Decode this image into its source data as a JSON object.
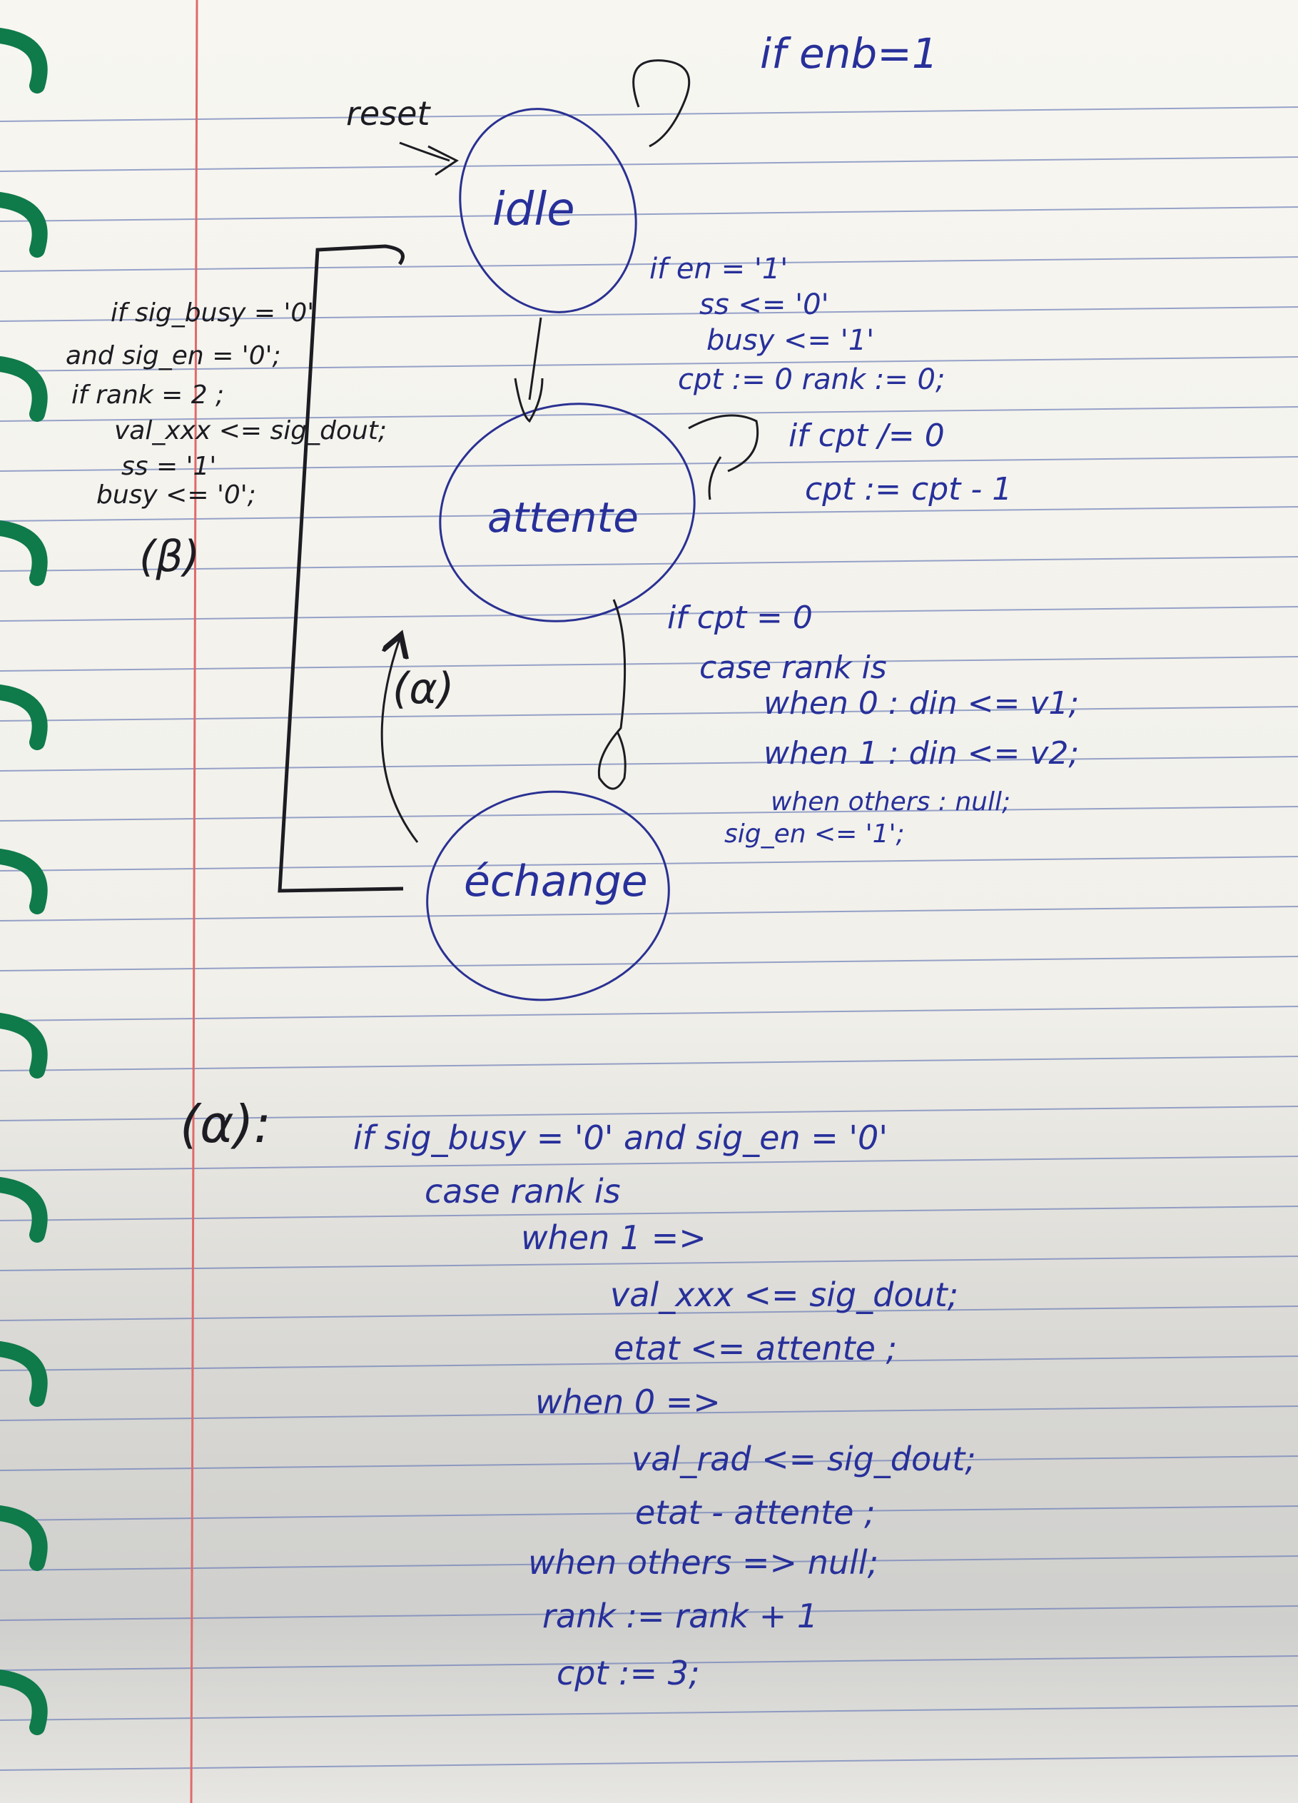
{
  "header_note": "if enb=1",
  "states": {
    "idle": "idle",
    "attente": "attente",
    "echange": "échange"
  },
  "reset_label": "reset",
  "transitions": {
    "idle_to_attente": [
      "if en = '1'",
      "ss <= '0'",
      "busy <= '1'",
      "cpt := 0  rank := 0;"
    ],
    "attente_self": [
      "if cpt /= 0",
      "cpt := cpt - 1"
    ],
    "attente_to_echange": [
      "if cpt = 0",
      "case rank is",
      "when 0 : din <= v1;",
      "when 1 : din <= v2;",
      "when others : null;",
      "sig_en <= '1';"
    ],
    "echange_to_idle": [
      "if sig_busy = '0'",
      "and sig_en = '0';",
      "if rank = 2 ;",
      "val_xxx <= sig_dout;",
      "ss = '1'",
      "busy <= '0';",
      "(β)"
    ],
    "echange_to_attente_label": "(α)"
  },
  "alpha_section": {
    "label": "(α):",
    "lines": [
      "if   sig_busy = '0' and sig_en = '0'",
      "case rank is",
      "when 1 =>",
      "val_xxx <= sig_dout;",
      "etat <= attente ;",
      "when 0 =>",
      "val_rad <= sig_dout;",
      "etat - attente ;",
      "when others => null;",
      "rank := rank + 1",
      "cpt := 3;"
    ]
  }
}
